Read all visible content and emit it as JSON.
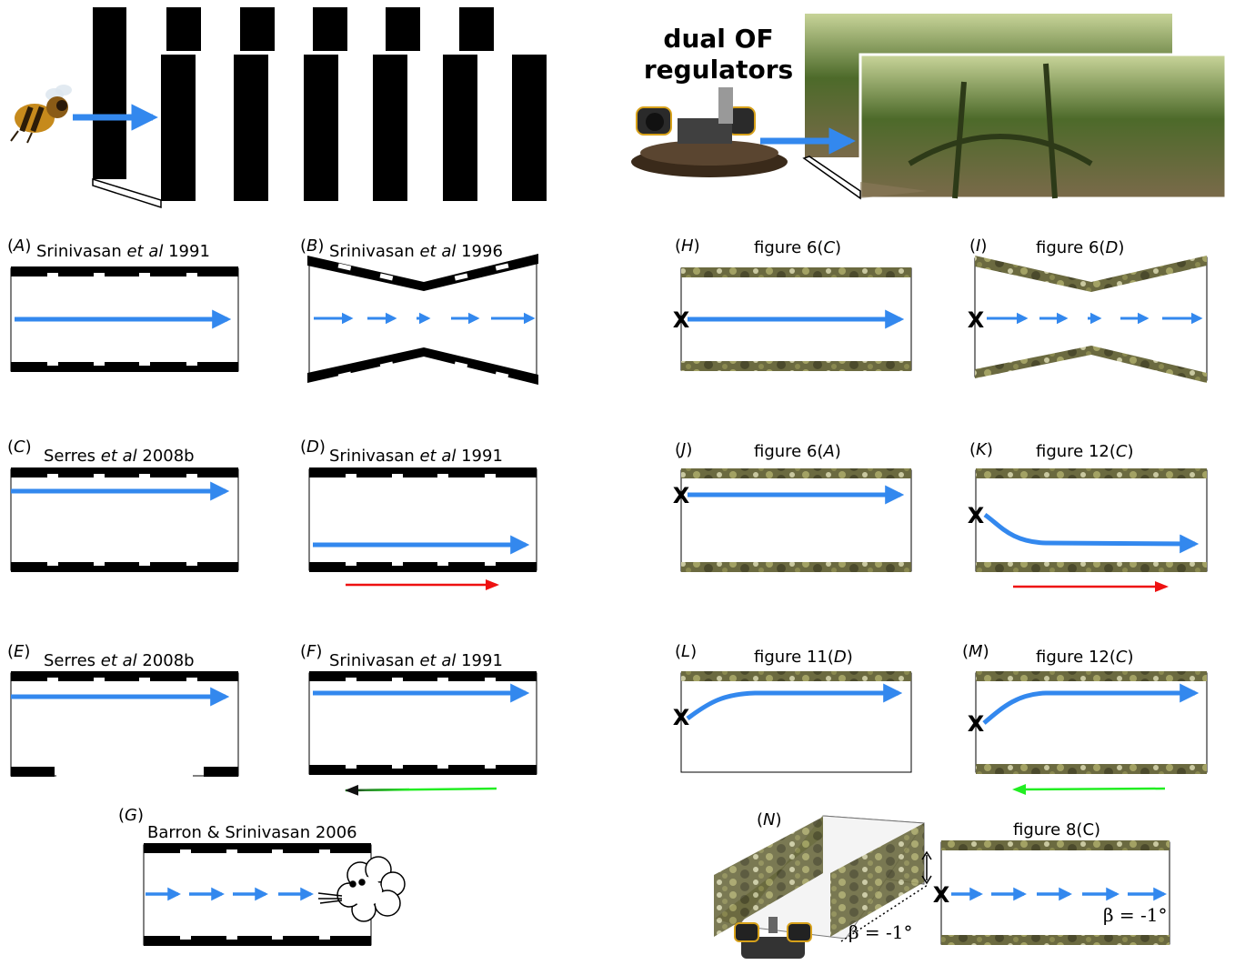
{
  "colors": {
    "flight_arrow": "#3388ee",
    "red_arrow": "#ee1111",
    "green_arrow": "#22ee22",
    "wall_stripe": "#000000",
    "foliage": "#6b6a40"
  },
  "top": {
    "robot_title_line1": "dual OF",
    "robot_title_line2": "regulators",
    "bee_icon": "bee-icon",
    "hovercraft_icon": "hovercraft-icon"
  },
  "panels": {
    "A": {
      "letter": "A",
      "cite_pre": "Srinivasan ",
      "cite_it": "et al",
      "cite_post": " 1991"
    },
    "B": {
      "letter": "B",
      "cite_pre": "Srinivasan ",
      "cite_it": "et al",
      "cite_post": " 1996"
    },
    "C": {
      "letter": "C",
      "cite_pre": "Serres ",
      "cite_it": "et al",
      "cite_post": " 2008b"
    },
    "D": {
      "letter": "D",
      "cite_pre": "Srinivasan ",
      "cite_it": "et al",
      "cite_post": " 1991"
    },
    "E": {
      "letter": "E",
      "cite_pre": "Serres ",
      "cite_it": "et al",
      "cite_post": " 2008b"
    },
    "F": {
      "letter": "F",
      "cite_pre": "Srinivasan ",
      "cite_it": "et al",
      "cite_post": " 1991"
    },
    "G": {
      "letter": "G",
      "cite": "Barron & Srinivasan 2006"
    },
    "H": {
      "letter": "H",
      "fig_pre": "figure 6(",
      "fig_it": "C",
      "fig_post": ")"
    },
    "I": {
      "letter": "I",
      "fig_pre": "figure 6(",
      "fig_it": "D",
      "fig_post": ")"
    },
    "J": {
      "letter": "J",
      "fig_pre": "figure 6(",
      "fig_it": "A",
      "fig_post": ")"
    },
    "K": {
      "letter": "K",
      "fig_pre": "figure 12(",
      "fig_it": "C",
      "fig_post": ")"
    },
    "L": {
      "letter": "L",
      "fig_pre": "figure 11(",
      "fig_it": "D",
      "fig_post": ")"
    },
    "M": {
      "letter": "M",
      "fig_pre": "figure 12(",
      "fig_it": "C",
      "fig_post": ")"
    },
    "N": {
      "letter": "N",
      "fig": "figure 8(C)"
    }
  },
  "markers": {
    "start": "X",
    "slope_3d": "β = -1°",
    "slope": "β = -1°"
  }
}
